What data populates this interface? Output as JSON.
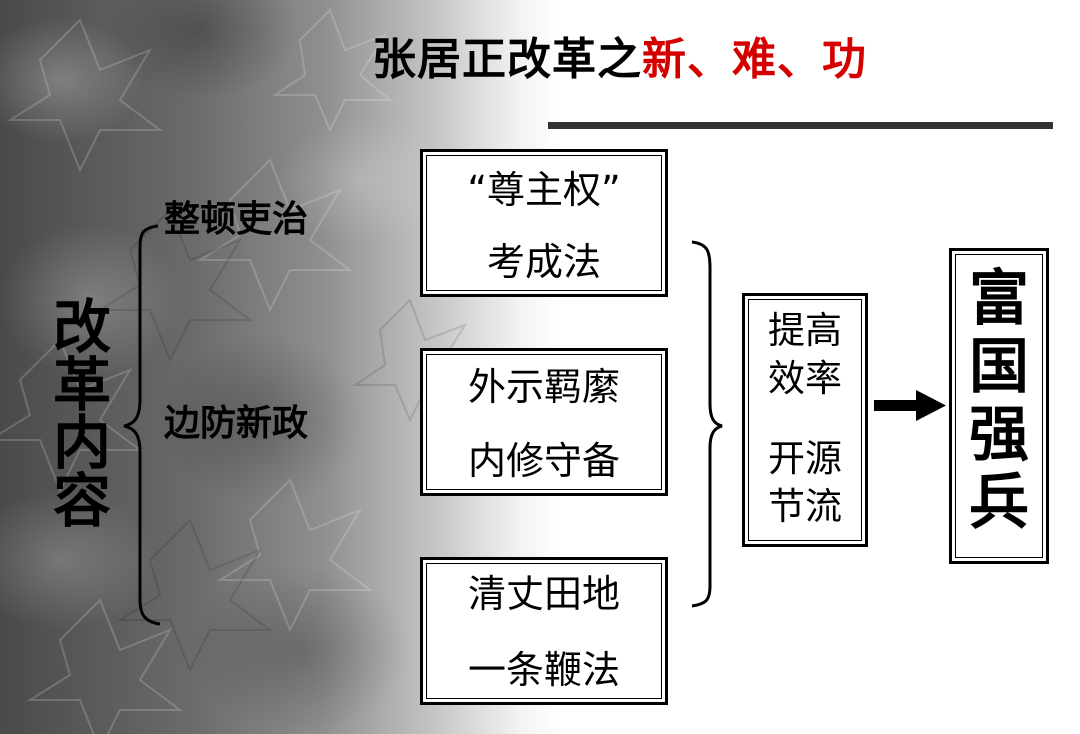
{
  "title": {
    "prefix": "张居正改革之",
    "highlight": "新、难、功"
  },
  "colors": {
    "title_text": "#000000",
    "title_highlight": "#d40000",
    "rule": "#333333",
    "box_border": "#000000"
  },
  "left_label": [
    "改",
    "革",
    "内",
    "容"
  ],
  "categories": {
    "official": "整顿吏治",
    "border": "边防新政"
  },
  "policies": [
    {
      "line1": "“尊主权”",
      "line2": "考成法"
    },
    {
      "line1": "外示羁縻",
      "line2": "内修守备"
    },
    {
      "line1": "清丈田地",
      "line2": "一条鞭法"
    }
  ],
  "effects": {
    "group1": [
      "提高",
      "效率"
    ],
    "group2": [
      "开源",
      "节流"
    ]
  },
  "result": [
    "富",
    "国",
    "强",
    "兵"
  ],
  "icons": {
    "arrow": "right-arrow-icon",
    "brace": "curly-brace-icon"
  }
}
